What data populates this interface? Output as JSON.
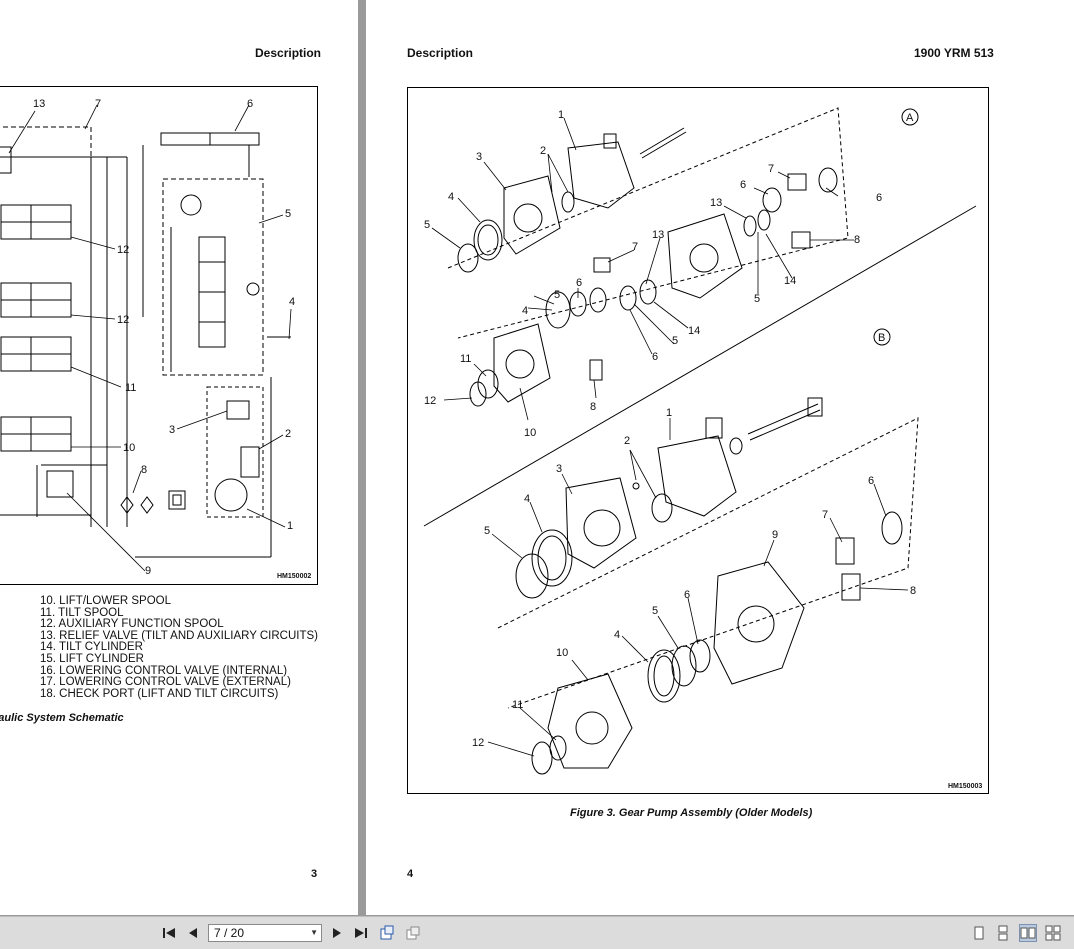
{
  "left_page": {
    "header": "Description",
    "figure_code": "HM150002",
    "labels": [
      "13",
      "7",
      "6",
      "5",
      "12",
      "12",
      "4",
      "11",
      "3",
      "2",
      "10",
      "8",
      "1",
      "9"
    ],
    "legend": [
      "10. LIFT/LOWER SPOOL",
      "11. TILT SPOOL",
      "12. AUXILIARY FUNCTION SPOOL",
      "13. RELIEF VALVE (TILT AND AUXILIARY CIRCUITS)",
      "14. TILT CYLINDER",
      "15. LIFT CYLINDER",
      "16. LOWERING CONTROL VALVE (INTERNAL)",
      "17. LOWERING CONTROL VALVE (EXTERNAL)",
      "18. CHECK PORT (LIFT AND TILT CIRCUITS)"
    ],
    "caption": "raulic System Schematic",
    "page_number": "3"
  },
  "right_page": {
    "header_left": "Description",
    "header_right": "1900 YRM 513",
    "figure_code": "HM150003",
    "section_a": "A",
    "section_b": "B",
    "labels_a": [
      "1",
      "2",
      "3",
      "4",
      "5",
      "7",
      "6",
      "6",
      "13",
      "8",
      "14",
      "5"
    ],
    "labels_b_old": [
      "13",
      "7",
      "4",
      "5",
      "6",
      "14",
      "5",
      "6",
      "11",
      "12",
      "10",
      "8"
    ],
    "labels_b": [
      "1",
      "2",
      "3",
      "4",
      "5",
      "6",
      "7",
      "9",
      "8",
      "10",
      "4",
      "5",
      "6",
      "11",
      "12"
    ],
    "caption": "Figure 3.  Gear Pump Assembly (Older Models)",
    "page_number": "4"
  },
  "toolbar": {
    "first_icon": "first-page-icon",
    "prev_icon": "previous-page-icon",
    "page_indicator": "7 / 20",
    "next_icon": "next-page-icon",
    "last_icon": "last-page-icon",
    "accent": "#b9c9de"
  }
}
